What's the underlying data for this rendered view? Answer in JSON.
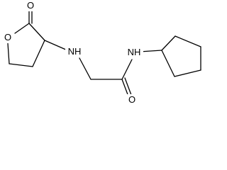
{
  "atoms": {
    "ring_oxygen": "O",
    "carbonyl_oxygen_lactone": "O",
    "amine_nh": "NH",
    "amide_nh": "NH",
    "carbonyl_oxygen_amide": "O"
  },
  "colors": {
    "bond": "#000000",
    "label": "#000000",
    "background": "#ffffff"
  }
}
